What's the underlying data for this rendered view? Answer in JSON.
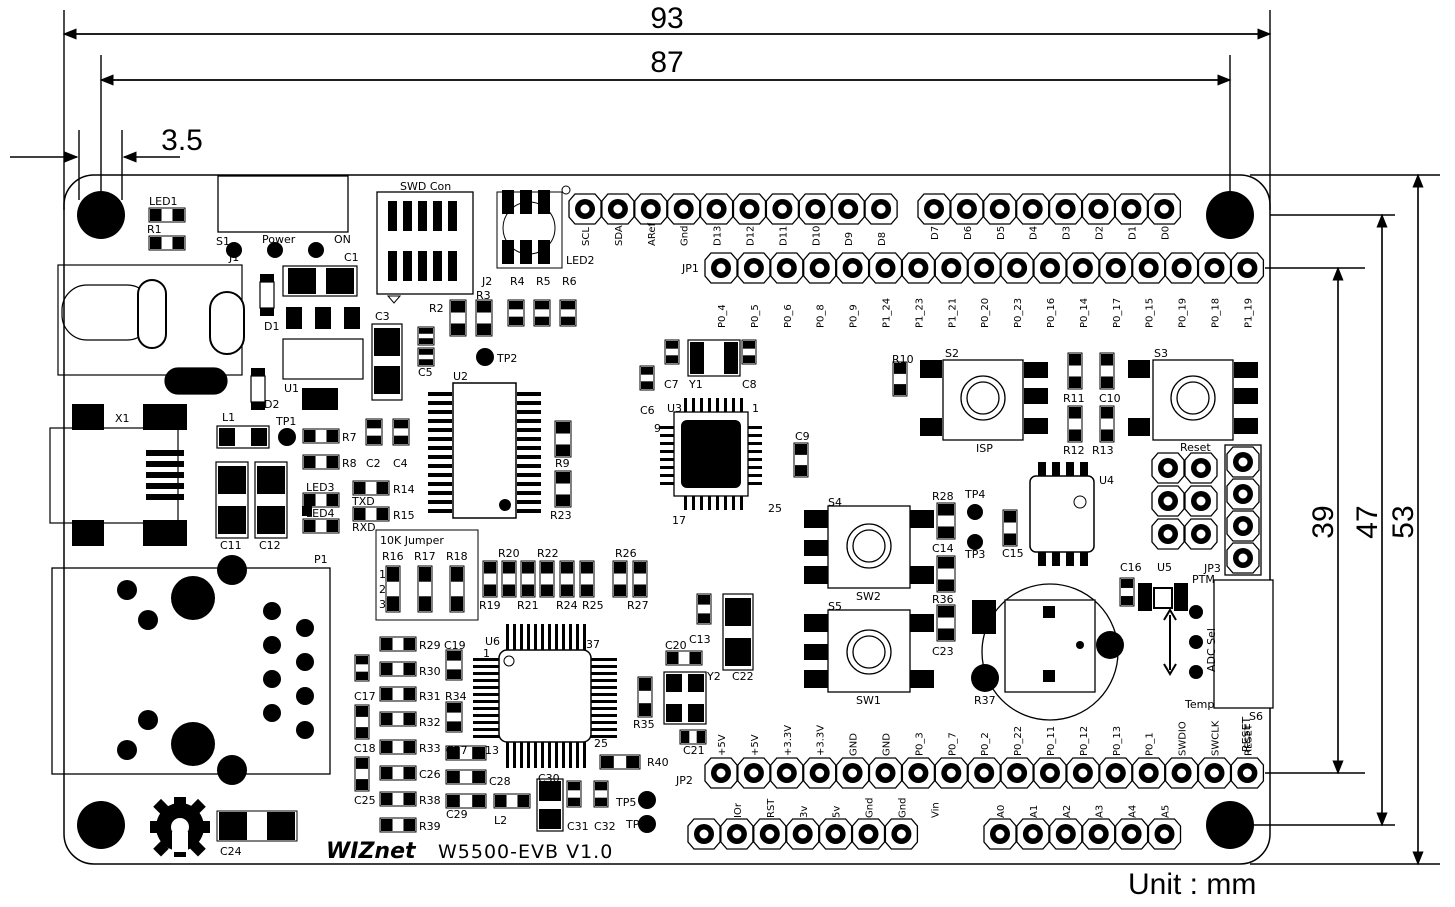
{
  "dimensions": {
    "top_width": "93",
    "inner_width": "87",
    "edge_offset": "3.5",
    "height_small": "39",
    "height_mid": "47",
    "height_total": "53",
    "unit": "Unit : mm"
  },
  "board": {
    "name": "W5500-EVB V1.0",
    "logo": "WIZnet"
  },
  "silkscreen": {
    "top_header_left": [
      "SCL",
      "SDA",
      "ARef",
      "Gnd",
      "D13",
      "D12",
      "D11",
      "D10",
      "D9",
      "D8"
    ],
    "top_header_right": [
      "D7",
      "D6",
      "D5",
      "D4",
      "D3",
      "D2",
      "D1",
      "D0"
    ],
    "jp1_label": "JP1",
    "jp1_pins": [
      "P0_4",
      "P0_5",
      "P0_6",
      "P0_8",
      "P0_9",
      "P1_24",
      "P1_23",
      "P1_21",
      "P0_20",
      "P0_23",
      "P0_16",
      "P0_14",
      "P0_17",
      "P0_15",
      "P0_19",
      "P0_18",
      "P1_19"
    ],
    "jp2_label": "JP2",
    "jp2_pins": [
      "+5V",
      "+5V",
      "+3.3V",
      "+3.3V",
      "GND",
      "GND",
      "P0_3",
      "P0_7",
      "P0_2",
      "P0_22",
      "P0_11",
      "P0_12",
      "P0_13",
      "P0_1",
      "SWDIO",
      "SWCLK",
      "RESET"
    ],
    "bottom_power": [
      "IOr",
      "RST",
      "3v",
      "5v",
      "Gnd",
      "Gnd",
      "Vin"
    ],
    "bottom_analog": [
      "A0",
      "A1",
      "A2",
      "A3",
      "A4",
      "A5"
    ],
    "parts": {
      "led1": "LED1",
      "r1": "R1",
      "s1": "S1",
      "power": "Power",
      "on": "ON",
      "j1": "J1",
      "c1": "C1",
      "d1": "D1",
      "d2": "D2",
      "u1": "U1",
      "x1": "X1",
      "l1": "L1",
      "tp1": "TP1",
      "r7": "R7",
      "r8": "R8",
      "c11": "C11",
      "c12": "C12",
      "led3": "LED3",
      "led4": "LED4",
      "txd": "TXD",
      "rxd": "RXD",
      "r14": "R14",
      "r15": "R15",
      "p1": "P1",
      "c2": "C2",
      "c4": "C4",
      "swd": "SWD Con",
      "j2": "J2",
      "r2": "R2",
      "r3": "R3",
      "r4": "R4",
      "r5": "R5",
      "r6": "R6",
      "led2": "LED2",
      "c3": "C3",
      "c5": "C5",
      "tp2": "TP2",
      "u2": "U2",
      "r9": "R9",
      "r23": "R23",
      "jumper": "10K Jumper",
      "r16": "R16",
      "r17": "R17",
      "r18": "R18",
      "r20": "R20",
      "r22": "R22",
      "r19": "R19",
      "r21": "R21",
      "r24": "R24",
      "r25": "R25",
      "r26": "R26",
      "r27": "R27",
      "c7": "C7",
      "y1": "Y1",
      "c8": "C8",
      "c6": "C6",
      "u3": "U3",
      "c9": "C9",
      "u3_p9": "9",
      "u3_p1": "1",
      "u3_p17": "17",
      "u3_p25": "25",
      "r10": "R10",
      "s2": "S2",
      "isp": "ISP",
      "r11": "R11",
      "c10": "C10",
      "r12": "R12",
      "r13": "R13",
      "s3": "S3",
      "reset": "Reset",
      "u4": "U4",
      "s4": "S4",
      "sw2": "SW2",
      "s5": "S5",
      "sw1": "SW1",
      "r28": "R28",
      "c14": "C14",
      "tp4": "TP4",
      "tp3": "TP3",
      "c15": "C15",
      "r36": "R36",
      "c23": "C23",
      "r37": "R37",
      "c16": "C16",
      "u5": "U5",
      "ptm": "PTM",
      "adc_sel": "ADC Sel",
      "temp": "Temp",
      "jp3": "JP3",
      "s6": "S6",
      "s6_reset": "RESET",
      "c13": "C13",
      "c20": "C20",
      "y2": "Y2",
      "c22": "C22",
      "c21": "C21",
      "r35": "R35",
      "u6": "U6",
      "u6_p1": "1",
      "u6_p37": "37",
      "u6_p13": "13",
      "u6_p25": "25",
      "r29": "R29",
      "c19": "C19",
      "r30": "R30",
      "r31": "R31",
      "r34": "R34",
      "r32": "R32",
      "r33": "R33",
      "c17": "C17",
      "c18": "C18",
      "c27": "C27",
      "c26": "C26",
      "c28": "C28",
      "c30": "C30",
      "c25": "C25",
      "r38": "R38",
      "c29": "C29",
      "l2": "L2",
      "c31": "C31",
      "c32": "C32",
      "r39": "R39",
      "r40": "R40",
      "tp5": "TP5",
      "tp6": "TP6",
      "c24": "C24",
      "pin1": "1",
      "pin2": "2",
      "pin3": "3"
    }
  }
}
